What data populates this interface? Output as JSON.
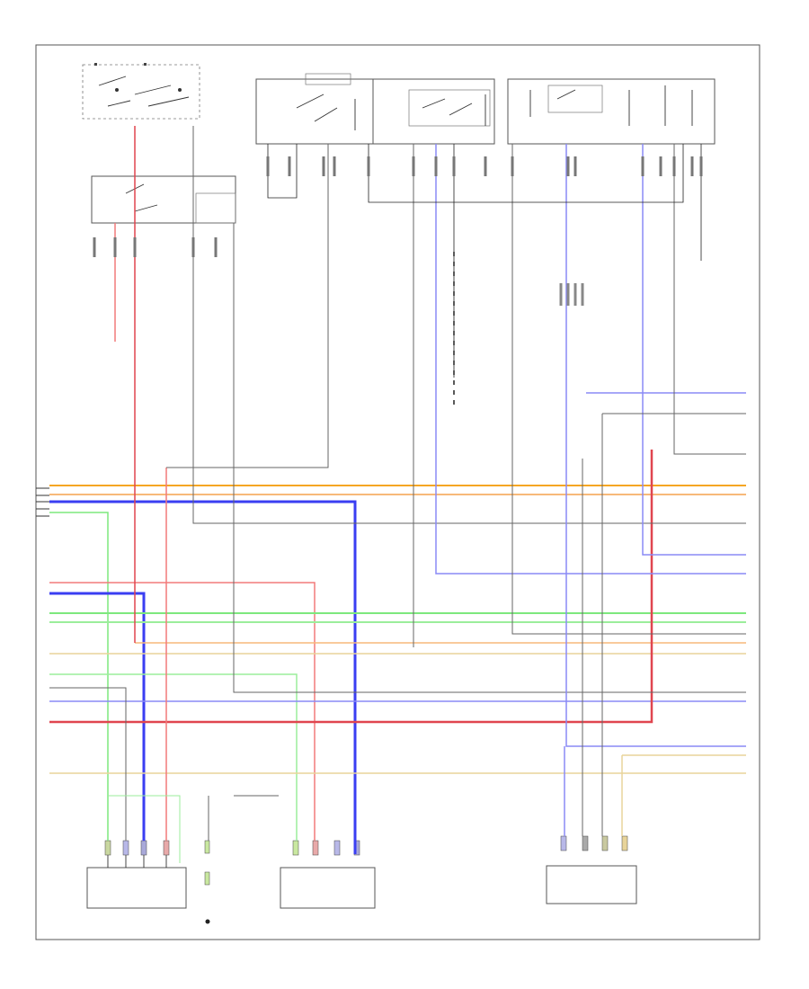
{
  "diagram": {
    "footer_code": "",
    "colors": {
      "orange": "#f5a623",
      "light_orange": "#f7b97a",
      "blue": "#3a3ef2",
      "light_blue": "#8a8af5",
      "green": "#7de87d",
      "light_green": "#9bee9b",
      "red": "#f27a7a",
      "dark_red": "#e0454f",
      "tan": "#e8d49a",
      "gray": "#666666",
      "black": "#222222"
    },
    "components": [
      {
        "id": "ign-switch",
        "label": ""
      },
      {
        "id": "relay-box-left",
        "label": ""
      },
      {
        "id": "relay-box-mid",
        "label": ""
      },
      {
        "id": "relay-box-right",
        "label": ""
      },
      {
        "id": "control-module",
        "label": ""
      },
      {
        "id": "sensor-left",
        "label": ""
      },
      {
        "id": "sensor-center",
        "label": ""
      },
      {
        "id": "sensor-right",
        "label": ""
      }
    ]
  }
}
